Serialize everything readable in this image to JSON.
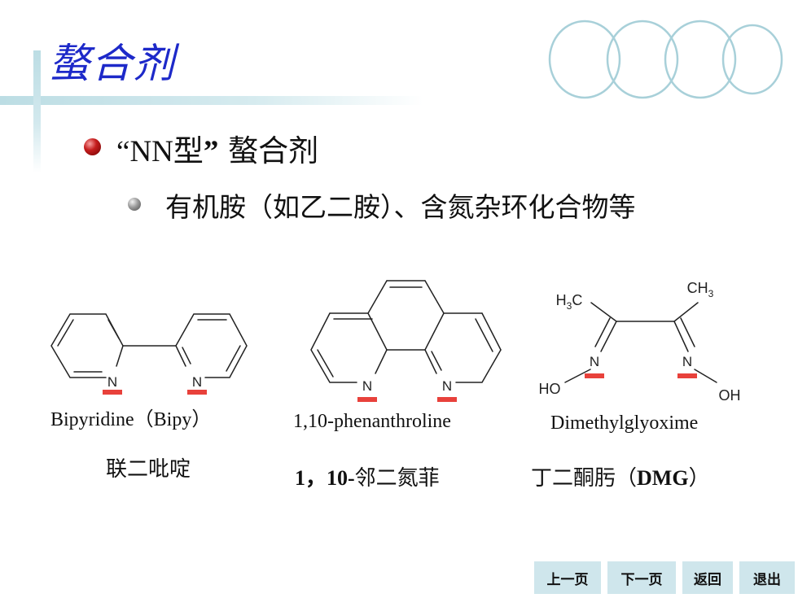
{
  "slide": {
    "title": "螯合剂",
    "bullet1": {
      "open_quote": "“",
      "text": "NN型",
      "close_quote": "”",
      "suffix": " 螯合剂"
    },
    "bullet2": "有机胺（如乙二胺）、含氮杂环化合物等"
  },
  "molecules": [
    {
      "atoms": [
        "N",
        "N"
      ],
      "en": "Bipyridine（Bipy）",
      "zh": "联二吡啶"
    },
    {
      "atoms": [
        "N",
        "N"
      ],
      "en": "1,10-phenanthroline",
      "zh_bold": "1，10-",
      "zh": "邻二氮菲"
    },
    {
      "atoms": {
        "c1": "H3C",
        "c2": "CH3",
        "n1": "N",
        "n2": "N",
        "o1": "HO",
        "o2": "OH"
      },
      "en": "Dimethylglyoxime",
      "zh": "丁二酮肟（",
      "zh_bold": "DMG",
      "zh_end": "）"
    }
  ],
  "nav": {
    "prev": "上一页",
    "next": "下一页",
    "back": "返回",
    "exit": "退出"
  },
  "colors": {
    "title": "#1d29c9",
    "highlight": "#e8413b",
    "accent": "#bcdde4"
  }
}
